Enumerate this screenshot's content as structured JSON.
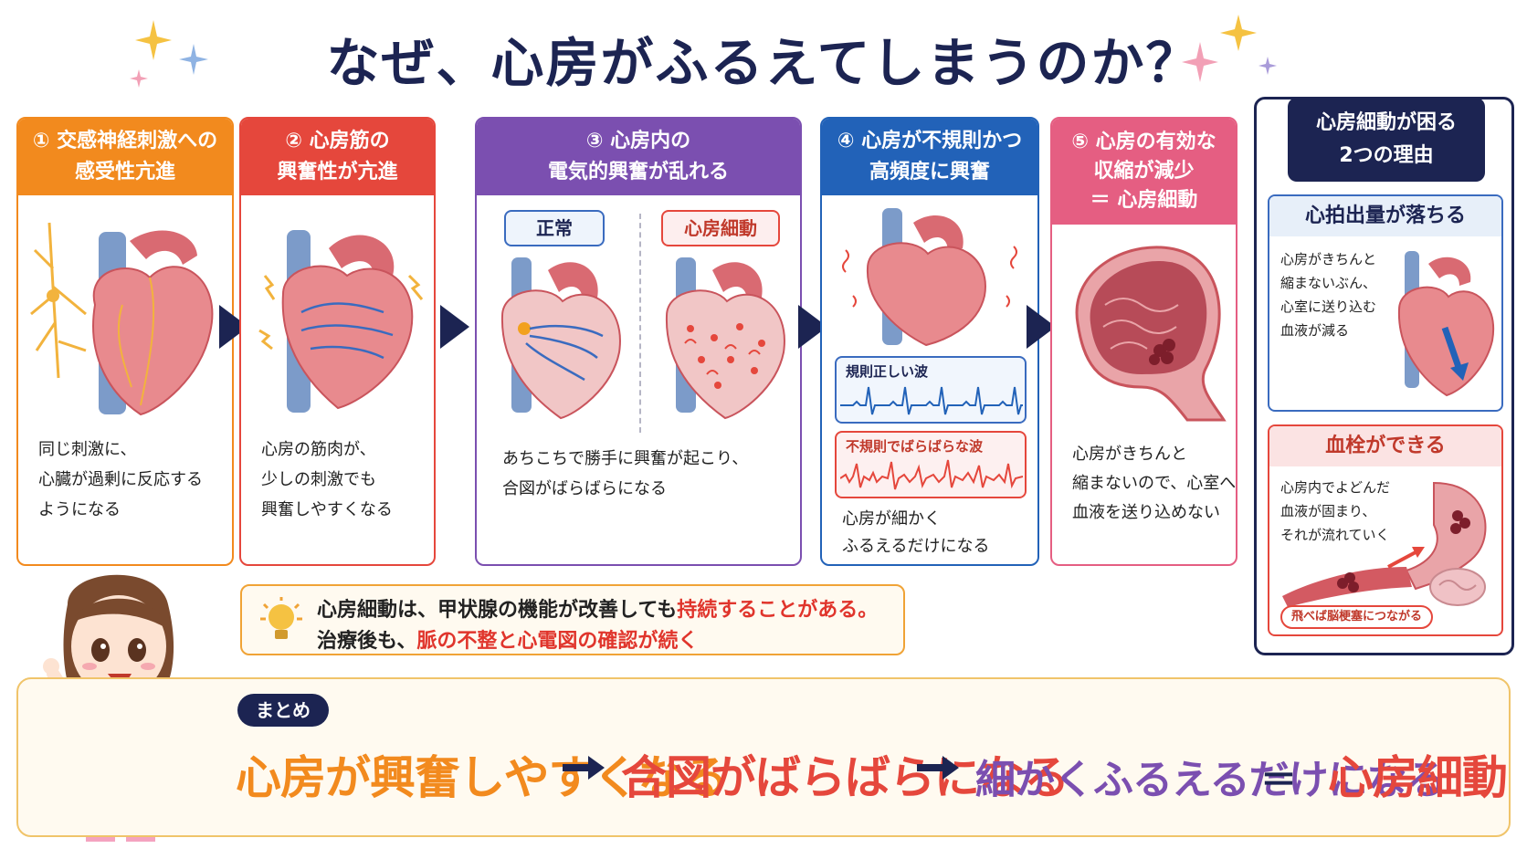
{
  "title": "なぜ、心房がふるえてしまうのか？",
  "steps": [
    {
      "num": "①",
      "head1": "交感神経刺激への",
      "head2": "感受性亢進",
      "color": "#f28a1e",
      "lines": [
        "同じ刺激に、",
        "心臓が過剰に反応する",
        "ようになる"
      ]
    },
    {
      "num": "②",
      "head1": "心房筋の",
      "head2": "興奮性が亢進",
      "color": "#e5473c",
      "lines": [
        "心房の筋肉が、",
        "少しの刺激でも",
        "興奮しやすくなる"
      ]
    },
    {
      "num": "③",
      "head1": "心房内の",
      "head2": "電気的興奮が乱れる",
      "color": "#7b4fb0",
      "lines": [
        "あちこちで勝手に興奮が起こり、",
        "合図がばらばらになる"
      ],
      "normal_label": "正常",
      "af_label": "心房細動"
    },
    {
      "num": "④",
      "head1": "心房が不規則かつ",
      "head2": "高頻度に興奮",
      "color": "#2262b8",
      "lines": [
        "心房が細かく",
        "ふるえるだけになる"
      ],
      "ecg_regular": "規則正しい波",
      "ecg_irregular": "不規則でばらばらな波"
    },
    {
      "num": "⑤",
      "head1": "心房の有効な",
      "head2": "収縮が減少",
      "head3": "＝ 心房細動",
      "color": "#e55e82",
      "lines": [
        "心房がきちんと",
        "縮まないので、心室へ",
        "血液を送り込めない"
      ]
    }
  ],
  "reasons": {
    "head1": "心房細動が困る",
    "head2": "2つの理由",
    "r1_title": "心拍出量が落ちる",
    "r1_lines": [
      "心房がきちんと",
      "縮まないぶん、",
      "心室に送り込む",
      "血液が減る"
    ],
    "r2_title": "血栓ができる",
    "r2_lines": [
      "心房内でよどんだ",
      "血液が固まり、",
      "それが流れていく"
    ],
    "r2_tag": "飛べば脳梗塞につながる"
  },
  "note": {
    "l1_a": "心房細動は、甲状腺の機能が改善しても",
    "l1_b": "持続することがある。",
    "l2_a": "治療後も、",
    "l2_b": "脈の不整と心電図の確認が続く"
  },
  "summary": {
    "tag": "まとめ",
    "item1": "心房が興奮しやすくなる",
    "item2": "合図がばらばらになる",
    "item3": "細かくふるえるだけになる",
    "eq": "＝",
    "result": "心房細動"
  },
  "colors": {
    "navy": "#1c2452",
    "orange": "#f28a1e",
    "red": "#e5473c",
    "purple": "#7b4fb0",
    "blue": "#2262b8",
    "pink": "#e55e82"
  }
}
